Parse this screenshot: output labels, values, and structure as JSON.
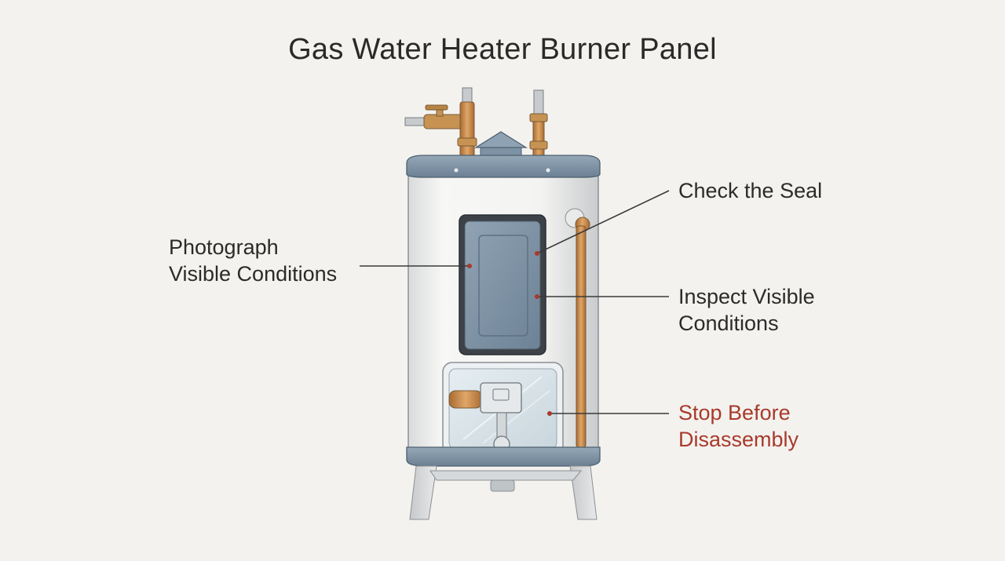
{
  "title": "Gas Water Heater Burner Panel",
  "colors": {
    "background": "#f3f2ee",
    "text": "#2b2b2b",
    "warning_text": "#a83a2c",
    "tank_body": "#f6f6f4",
    "tank_cap": "#7f95a8",
    "access_panel": "#7f93a6",
    "copper_pipe": "#c98a4a"
  },
  "callouts": {
    "photograph": {
      "line1": "Photograph",
      "line2": "Visible Conditions"
    },
    "seal": {
      "line1": "Check the Seal"
    },
    "inspect": {
      "line1": "Inspect Visible",
      "line2": "Conditions"
    },
    "stop": {
      "line1": "Stop Before",
      "line2": "Disassembly"
    }
  }
}
